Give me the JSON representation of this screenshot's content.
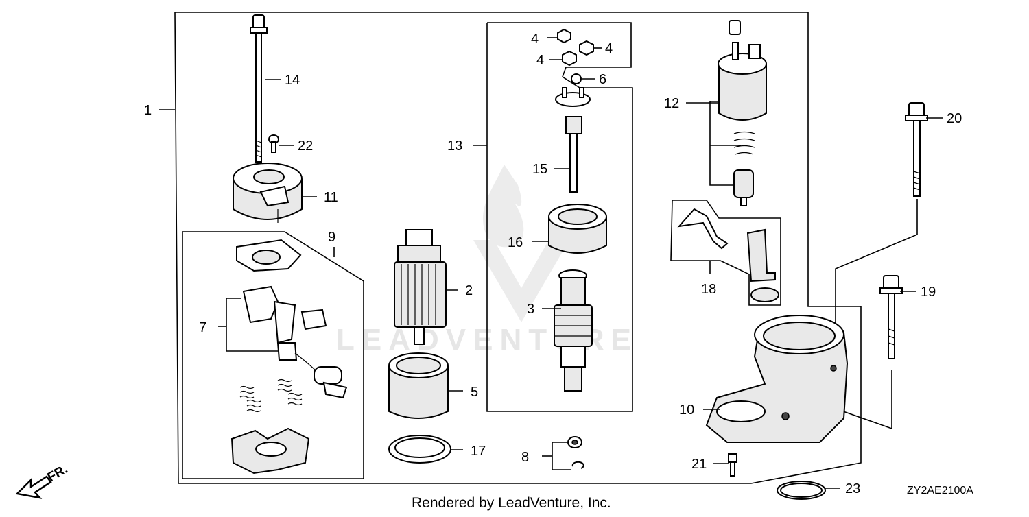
{
  "diagram": {
    "diagram_code": "ZY2AE2100A",
    "footer_text": "Rendered by LeadVenture, Inc.",
    "watermark_text": "LEADVENTURE",
    "direction_label": "FR.",
    "colors": {
      "line": "#000000",
      "background": "#ffffff",
      "watermark": "#e6e6e6"
    },
    "callouts": [
      {
        "id": "c1",
        "label": "1"
      },
      {
        "id": "c2",
        "label": "2"
      },
      {
        "id": "c3",
        "label": "3"
      },
      {
        "id": "c4a",
        "label": "4"
      },
      {
        "id": "c4b",
        "label": "4"
      },
      {
        "id": "c4c",
        "label": "4"
      },
      {
        "id": "c5",
        "label": "5"
      },
      {
        "id": "c6",
        "label": "6"
      },
      {
        "id": "c7",
        "label": "7"
      },
      {
        "id": "c8",
        "label": "8"
      },
      {
        "id": "c9",
        "label": "9"
      },
      {
        "id": "c10",
        "label": "10"
      },
      {
        "id": "c11",
        "label": "11"
      },
      {
        "id": "c12",
        "label": "12"
      },
      {
        "id": "c13",
        "label": "13"
      },
      {
        "id": "c14",
        "label": "14"
      },
      {
        "id": "c15",
        "label": "15"
      },
      {
        "id": "c16",
        "label": "16"
      },
      {
        "id": "c17",
        "label": "17"
      },
      {
        "id": "c18",
        "label": "18"
      },
      {
        "id": "c19",
        "label": "19"
      },
      {
        "id": "c20",
        "label": "20"
      },
      {
        "id": "c21",
        "label": "21"
      },
      {
        "id": "c22",
        "label": "22"
      },
      {
        "id": "c23",
        "label": "23"
      }
    ]
  }
}
